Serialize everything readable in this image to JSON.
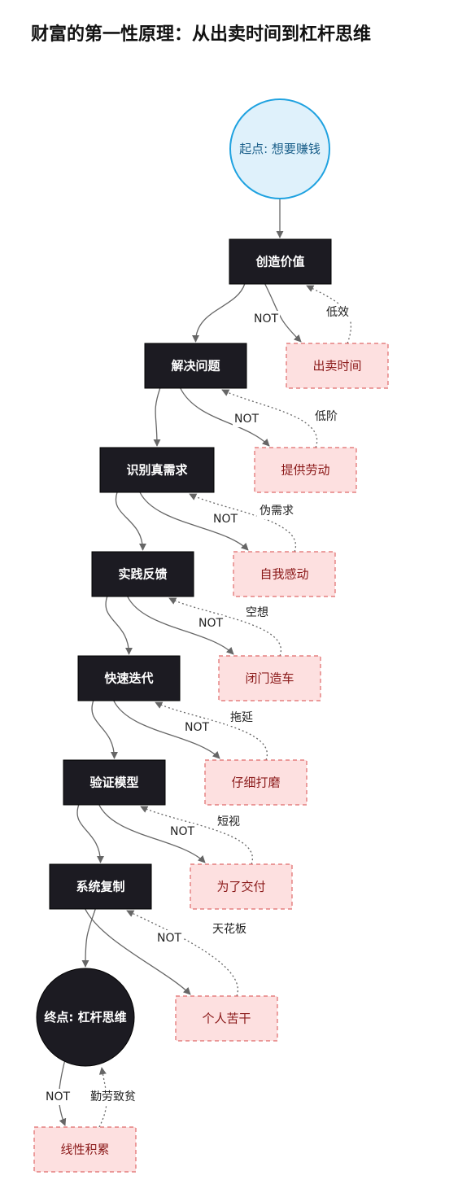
{
  "title": "财富的第一性原理：从出卖时间到杠杆思维",
  "start_node": "起点: 想要赚钱",
  "end_node": "终点: 杠杆思维",
  "not_label": "NOT",
  "steps": [
    {
      "label": "创造价值",
      "alt": "出卖时间",
      "back": "低效"
    },
    {
      "label": "解决问题",
      "alt": "提供劳动",
      "back": "低阶"
    },
    {
      "label": "识别真需求",
      "alt": "自我感动",
      "back": "伪需求"
    },
    {
      "label": "实践反馈",
      "alt": "闭门造车",
      "back": "空想"
    },
    {
      "label": "快速迭代",
      "alt": "仔细打磨",
      "back": "拖延"
    },
    {
      "label": "验证模型",
      "alt": "为了交付",
      "back": "短视"
    },
    {
      "label": "系统复制",
      "alt": "个人苦干",
      "back": "天花板"
    }
  ],
  "final_alt": {
    "alt": "线性积累",
    "back": "勤劳致贫"
  },
  "colors": {
    "dark_node": "#1c1b22",
    "alt_fill": "#fde0e0",
    "alt_stroke": "#e06a6a",
    "alt_text": "#8b1a1a",
    "start_fill": "#dff1fb",
    "start_stroke": "#1fa2e0",
    "arrow": "#666666"
  }
}
